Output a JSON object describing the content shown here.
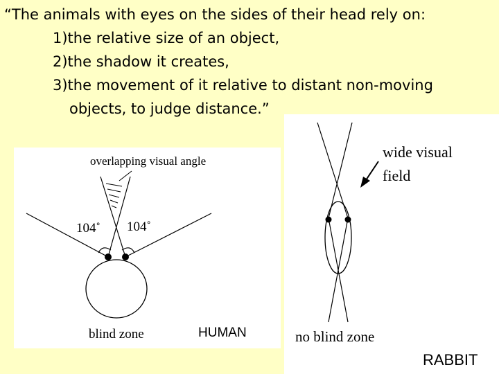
{
  "quote": {
    "line1": "“The animals with eyes on the sides of their head rely on:",
    "line2": "1)the relative size of an object,",
    "line3": "2)the shadow it creates,",
    "line4": "3)the movement of it relative to distant non-moving",
    "line5": "objects, to judge distance.”"
  },
  "human_diagram": {
    "overlap_label": "overlapping visual angle",
    "left_angle": "104˚",
    "right_angle": "104˚",
    "blind_zone_label": "blind zone",
    "caption": "HUMAN"
  },
  "rabbit_diagram": {
    "field_label_line1": "wide visual",
    "field_label_line2": "field",
    "no_blind_zone_label": "no blind zone",
    "caption": "RABBIT"
  },
  "colors": {
    "background": "#ffffc6",
    "panel": "#ffffff",
    "ink": "#000000"
  }
}
